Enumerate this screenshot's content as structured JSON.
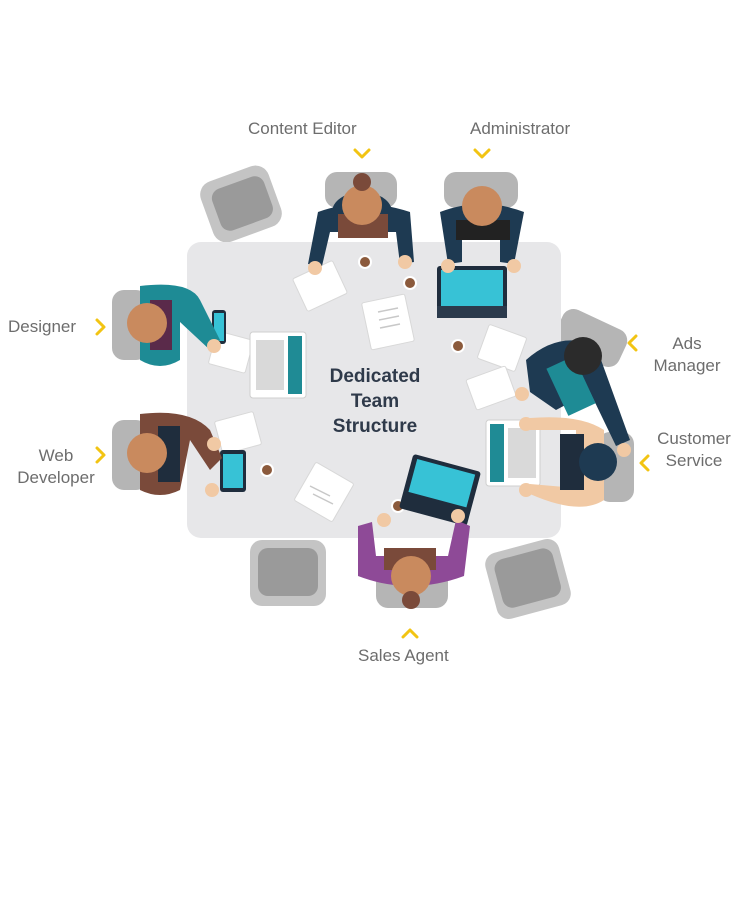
{
  "title_lines": [
    "Dedicated",
    "Team",
    "Structure"
  ],
  "roles": {
    "content_editor": "Content Editor",
    "administrator": "Administrator",
    "designer": "Designer",
    "ads_manager_1": "Ads",
    "ads_manager_2": "Manager",
    "web_developer_1": "Web",
    "web_developer_2": "Developer",
    "customer_service_1": "Customer",
    "customer_service_2": "Service",
    "sales_agent": "Sales Agent"
  },
  "colors": {
    "table": "#e7e7e9",
    "chair": "#9a9a9a",
    "chair_light": "#c4c4c4",
    "arrow": "#f2c413",
    "label": "#6d6d6d",
    "skin": "#c98a5e",
    "navy": "#1e3a52",
    "teal": "#1e8b95",
    "purple": "#8e4a97",
    "brown": "#7a4a3a",
    "peach": "#f1c9a4"
  }
}
